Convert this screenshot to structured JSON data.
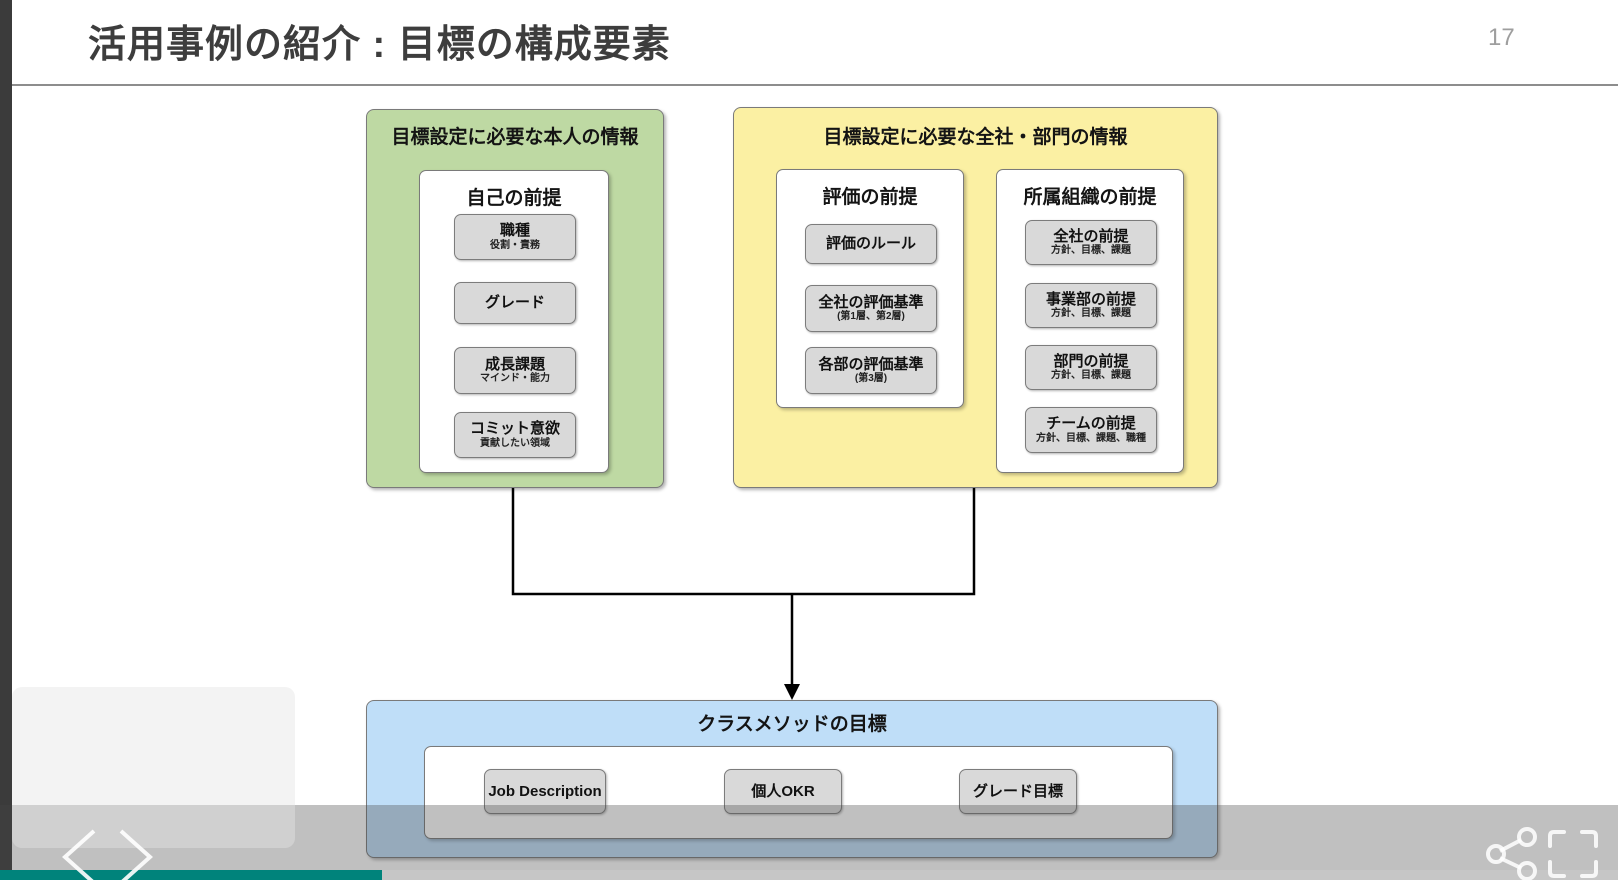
{
  "page": {
    "title": "活用事例の紹介 : 目標の構成要素",
    "page_number": "17"
  },
  "diagram": {
    "personal": {
      "title": "目標設定に必要な本人の情報",
      "group": {
        "title": "自己の前提",
        "items": [
          {
            "label": "職種",
            "sublabel": "役割・責務"
          },
          {
            "label": "グレード",
            "sublabel": ""
          },
          {
            "label": "成長課題",
            "sublabel": "マインド・能力"
          },
          {
            "label": "コミット意欲",
            "sublabel": "貢献したい領域"
          }
        ]
      }
    },
    "company": {
      "title": "目標設定に必要な全社・部門の情報",
      "evaluation": {
        "title": "評価の前提",
        "items": [
          {
            "label": "評価のルール",
            "sublabel": ""
          },
          {
            "label": "全社の評価基準",
            "sublabel": "(第1層、第2層)"
          },
          {
            "label": "各部の評価基準",
            "sublabel": "(第3層)"
          }
        ]
      },
      "organization": {
        "title": "所属組織の前提",
        "items": [
          {
            "label": "全社の前提",
            "sublabel": "方針、目標、課題"
          },
          {
            "label": "事業部の前提",
            "sublabel": "方針、目標、課題"
          },
          {
            "label": "部門の前提",
            "sublabel": "方針、目標、課題"
          },
          {
            "label": "チームの前提",
            "sublabel": "方針、目標、課題、職種"
          }
        ]
      }
    },
    "goal": {
      "title": "クラスメソッドの目標",
      "items": [
        {
          "label": "Job Description"
        },
        {
          "label": "個人OKR"
        },
        {
          "label": "グレード目標"
        }
      ]
    }
  },
  "viewer": {
    "progress_percent": 24,
    "colors": {
      "accent_teal": "#00837b",
      "green_box": "#bed9a3",
      "yellow_box": "#fbf0a3",
      "blue_box": "#bfdef8",
      "item_gray": "#d9d9d9"
    },
    "icons": {
      "prev": "chevron-left",
      "next": "chevron-right",
      "share": "share",
      "fullscreen": "fullscreen"
    }
  }
}
